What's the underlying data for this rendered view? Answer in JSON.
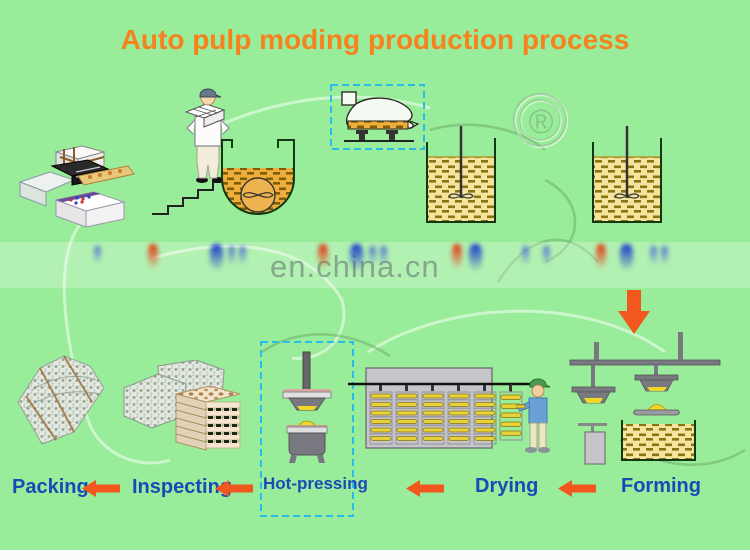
{
  "title": "Auto pulp moding production process",
  "watermark": {
    "site_text": "en.china.cn",
    "registered_symbol": "®"
  },
  "process": {
    "stages": [
      {
        "label": "Packing"
      },
      {
        "label": "Inspecting"
      },
      {
        "label": "Hot-pressing"
      },
      {
        "label": "Drying"
      },
      {
        "label": "Forming"
      }
    ]
  },
  "colors": {
    "background": "#99ec99",
    "title_text": "#f5821f",
    "stage_label_text": "#1d49b8",
    "flow_arrow": "#f2571d",
    "highlight_dashed_box": "#2bbde9",
    "pulp_orange": "#efae3c",
    "pulp_pale_yellow": "#f4e49e",
    "machine_gray": "#85858d",
    "tray_yellow": "#e8d23a",
    "watermark_text": "#7e9c86"
  }
}
